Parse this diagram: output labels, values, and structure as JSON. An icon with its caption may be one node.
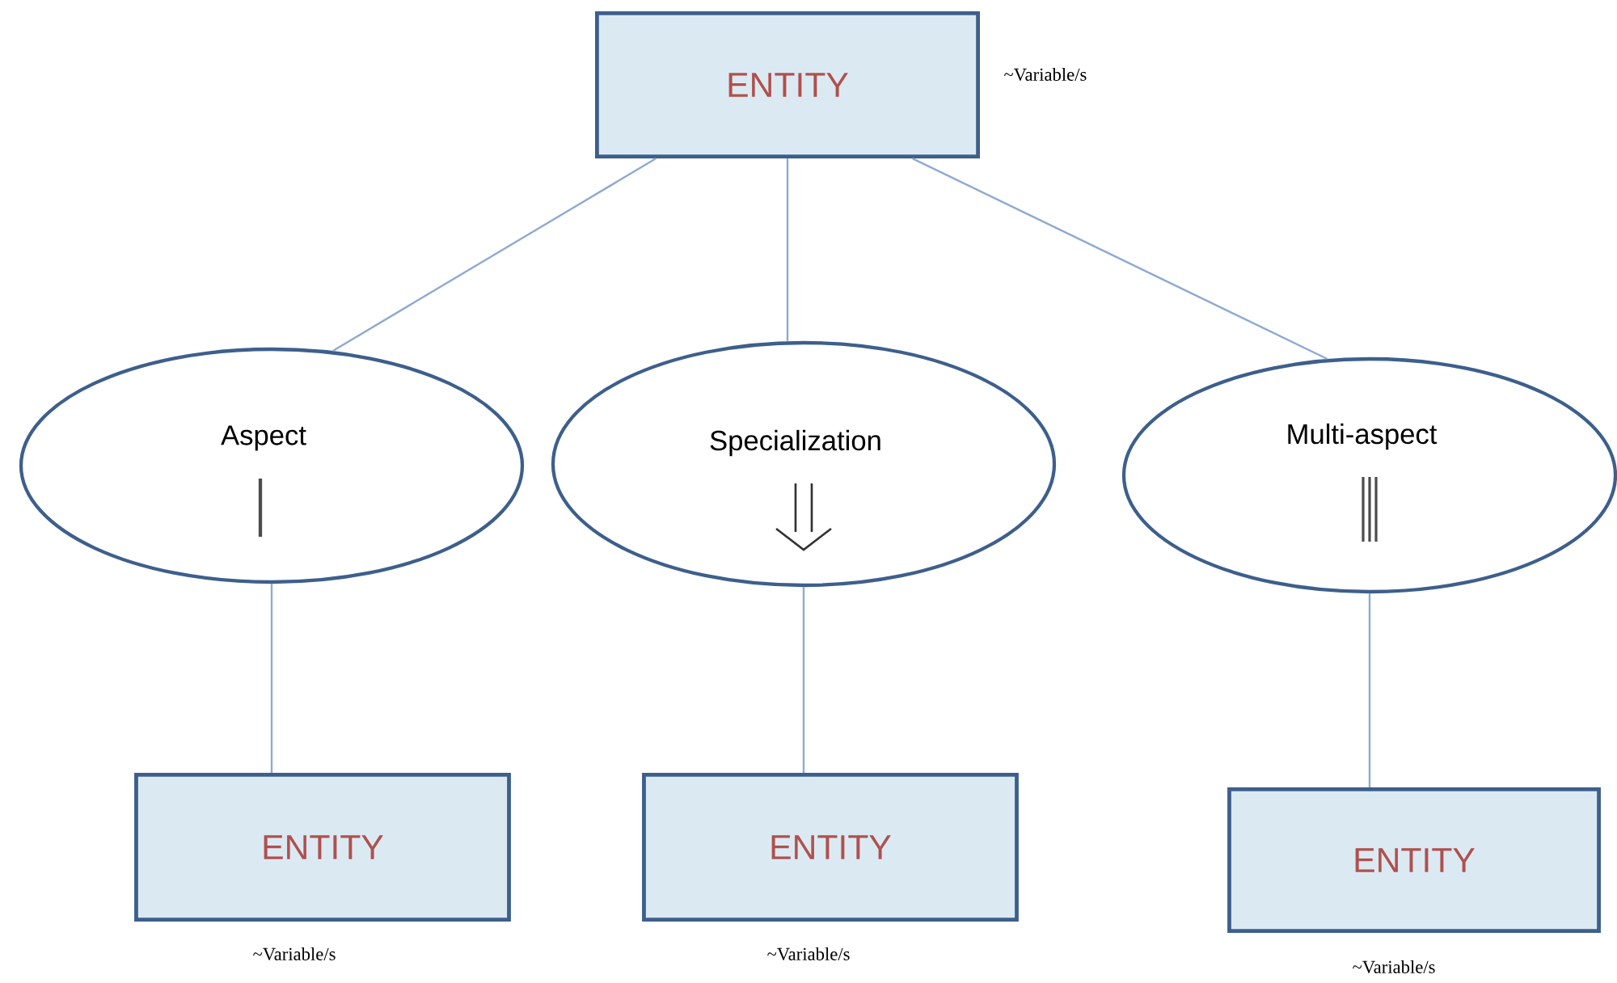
{
  "diagram": {
    "nodes": [
      {
        "text": [
          "ENTITY"
        ],
        "beside": [
          "~Variable/s"
        ]
      },
      {
        "text": [
          "Aspect"
        ]
      },
      {
        "text": [
          "Specialization"
        ]
      },
      {
        "text": [
          "Multi-aspect"
        ]
      },
      {
        "text": [
          "ENTITY"
        ],
        "beside": [
          "~Variable/s"
        ]
      },
      {
        "text": [
          "ENTITY"
        ],
        "beside": [
          "~Variable/s"
        ]
      },
      {
        "text": [
          "ENTITY"
        ],
        "beside": [
          "~Variable/s"
        ]
      }
    ],
    "edges": [
      {
        "from": 0,
        "to": 1,
        "arrow": "none"
      },
      {
        "from": 0,
        "to": 2,
        "arrow": "none"
      },
      {
        "from": 0,
        "to": 3,
        "arrow": "none"
      },
      {
        "from": 1,
        "to": 4,
        "arrow": "none"
      },
      {
        "from": 2,
        "to": 5,
        "arrow": "none"
      },
      {
        "from": 3,
        "to": 6,
        "arrow": "none"
      }
    ]
  }
}
